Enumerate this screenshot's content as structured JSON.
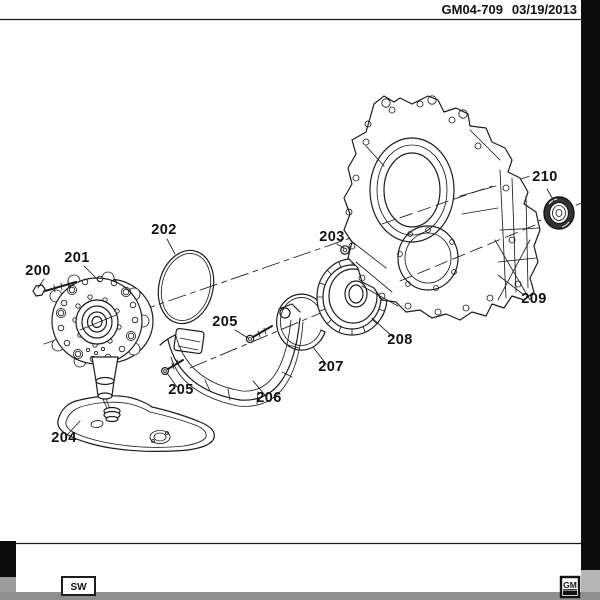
{
  "header": {
    "code": "GM04-709",
    "date": "03/19/2013"
  },
  "callouts": {
    "c200": "200",
    "c201": "201",
    "c202": "202",
    "c203": "203",
    "c204": "204",
    "c205": "205",
    "c206": "206",
    "c207": "207",
    "c208": "208",
    "c209": "209",
    "c210": "210"
  },
  "footer": {
    "left_mark": "SW",
    "right_mark": "GM"
  },
  "colors": {
    "ink": "#1c1c1c",
    "scan_black": "#0d0d0d",
    "scan_gray": "#8f8f8f"
  }
}
